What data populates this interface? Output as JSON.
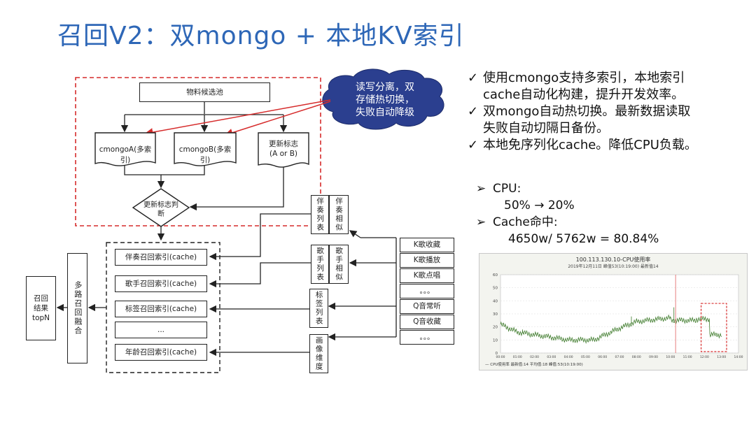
{
  "slide": {
    "title": "召回V2：双mongo + 本地KV索引"
  },
  "diagram": {
    "materials_pool": "物料候选池",
    "cmongo_a": "cmongoA(多索引)",
    "cmongo_b": "cmongoB(多索引)",
    "update_flag_line1": "更新标志",
    "update_flag_line2": "(A or B)",
    "decision_line1": "更新标志判",
    "decision_line2": "断",
    "cloud_lines": [
      "读写分离，双",
      "存储热切换，",
      "失败自动降级"
    ],
    "recall_indexes": [
      "伴奏召回索引(cache)",
      "歌手召回索引(cache)",
      "标签召回索引(cache)",
      "...",
      "年龄召回索引(cache)"
    ],
    "fusion": "多路召回融合",
    "result_lines": [
      "召回",
      "结果",
      "topN"
    ],
    "mid_lists": [
      {
        "list": "伴奏列表",
        "sim": "伴奏相似"
      },
      {
        "list": "歌手列表",
        "sim": "歌手相似"
      }
    ],
    "tag_list": "标签列表",
    "profile": "画像维度",
    "actions": [
      "K歌收藏",
      "K歌播放",
      "K歌点唱",
      "。。。",
      "Q音常听",
      "Q音收藏",
      "。。。"
    ]
  },
  "bullets": [
    [
      "使用cmongo支持多索引，本地索引",
      "cache自动化构建，提升开发效率。"
    ],
    [
      "双mongo自动热切换。最新数据读取",
      "失败自动切隔日备份。"
    ],
    [
      "本地免序列化cache。降低CPU负载。"
    ]
  ],
  "tick_symbol": "✓",
  "arrow_symbol": "➢",
  "stats": {
    "cpu_label": "CPU:",
    "cpu_value": "50% → 20%",
    "cache_label": "Cache命中:",
    "cache_value": "4650w/ 5762w = 80.84%"
  },
  "cpu_chart": {
    "title": "100.113.130.10-CPU使用率",
    "subtitle": "2019年12月11日 峰值53(10:19:00) 最新值14",
    "legend": "— CPU使用率 最新值:14  平均值:18  峰值:53(10:19:00)",
    "y_ticks": [
      60,
      50,
      40,
      30,
      20,
      10,
      0
    ],
    "x_ticks": [
      "00:00",
      "01:00",
      "02:00",
      "03:00",
      "04:00",
      "05:00",
      "06:00",
      "07:00",
      "08:00",
      "09:00",
      "10:00",
      "11:00",
      "12:00",
      "13:00",
      "14:00"
    ],
    "series_color": "#3d7a2a"
  },
  "colors": {
    "title": "#2e67b7",
    "dashed_red": "#d62c2c",
    "cloud": "#2b3f8f"
  }
}
